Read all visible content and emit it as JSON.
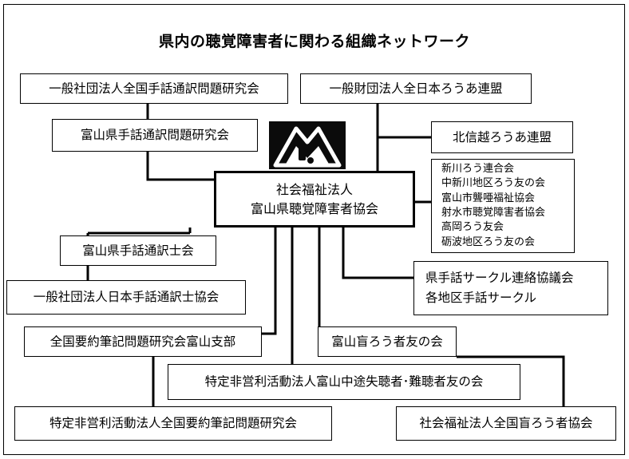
{
  "title": "県内の聴覚障害者に関わる組織ネットワーク",
  "logo_icon": "deaf-association-emblem",
  "center": {
    "line1": "社会福祉法人",
    "line2": "富山県聴覚障害者協会"
  },
  "orgs": {
    "shuwa_tsuyaku_national": "一般社団法人全国手話通訳問題研究会",
    "shuwa_tsuyaku_toyama": "富山県手話通訳問題研究会",
    "jfd": "一般財団法人全日本ろうあ連盟",
    "hokushinetsu": "北信越ろうあ連盟",
    "interpreter_toyama": "富山県手話通訳士会",
    "interpreter_national": "一般社団法人日本手話通訳士協会",
    "summary_toyama": "全国要約筆記問題研究会富山支部",
    "summary_national": "特定非営利活動法人全国要約筆記問題研究会",
    "chuto": "特定非営利活動法人富山中途失聴者･難聴者友の会",
    "deafblind_toyama": "富山盲ろう者友の会",
    "deafblind_national": "社会福祉法人全国盲ろう者協会"
  },
  "local_associations": [
    "新川ろう連合会",
    "中新川地区ろう友の会",
    "富山市聾唖福祉協会",
    "射水市聴覚障害者協会",
    "高岡ろう友会",
    "砺波地区ろう友の会"
  ],
  "circles": {
    "line1": "県手話サークル連絡協議会",
    "line2": "各地区手話サークル"
  }
}
